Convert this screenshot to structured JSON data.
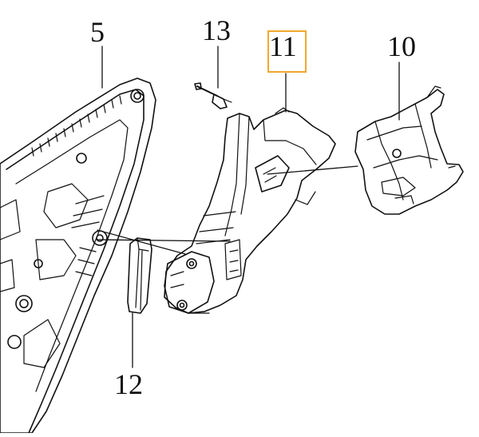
{
  "diagram": {
    "callouts": {
      "part_5": "5",
      "part_13": "13",
      "part_11": "11",
      "part_10": "10",
      "part_12": "12"
    },
    "highlight_color": "#f0a830",
    "highlighted_part": "11",
    "line_color": "#111111",
    "background": "#ffffff"
  }
}
